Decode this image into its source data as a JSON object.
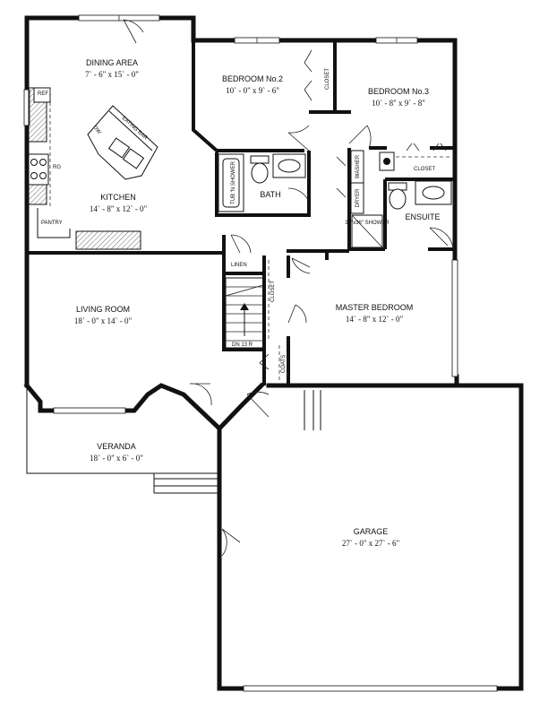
{
  "rooms": {
    "dining": {
      "name": "DINING AREA",
      "dim": "7` - 6\" x 15` - 0\""
    },
    "bedroom2": {
      "name": "BEDROOM No.2",
      "dim": "10` - 0\" x 9` - 6\""
    },
    "bedroom3": {
      "name": "BEDROOM No.3",
      "dim": "10` - 8\" x 9` - 8\""
    },
    "kitchen": {
      "name": "KITCHEN",
      "dim": "14` - 8\" x 12` - 0\""
    },
    "bath": {
      "name": "BATH"
    },
    "ensuite": {
      "name": "ENSUITE"
    },
    "living": {
      "name": "LIVING ROOM",
      "dim": "18` - 0\" x 14` - 0\""
    },
    "master": {
      "name": "MASTER BEDROOM",
      "dim": "14` - 8\" x 12` - 0\""
    },
    "veranda": {
      "name": "VERANDA",
      "dim": "18` - 0\" x 6` - 0\""
    },
    "garage": {
      "name": "GARAGE",
      "dim": "27` - 0\" x 27` - 6\""
    }
  },
  "labels": {
    "ref": "REF",
    "rg": "RG",
    "dw": "DW",
    "eating_bar": "EATING BAR",
    "pantry": "PANTRY",
    "tub_shower": "TUB 'N SHOWER",
    "closet": "CLOSET",
    "washer": "WASHER",
    "dryer": "DRYER",
    "shower": "36\"x36\" SHOWER",
    "linen": "LINEN",
    "stairs": "DN 13 R",
    "coats": "COATS"
  }
}
